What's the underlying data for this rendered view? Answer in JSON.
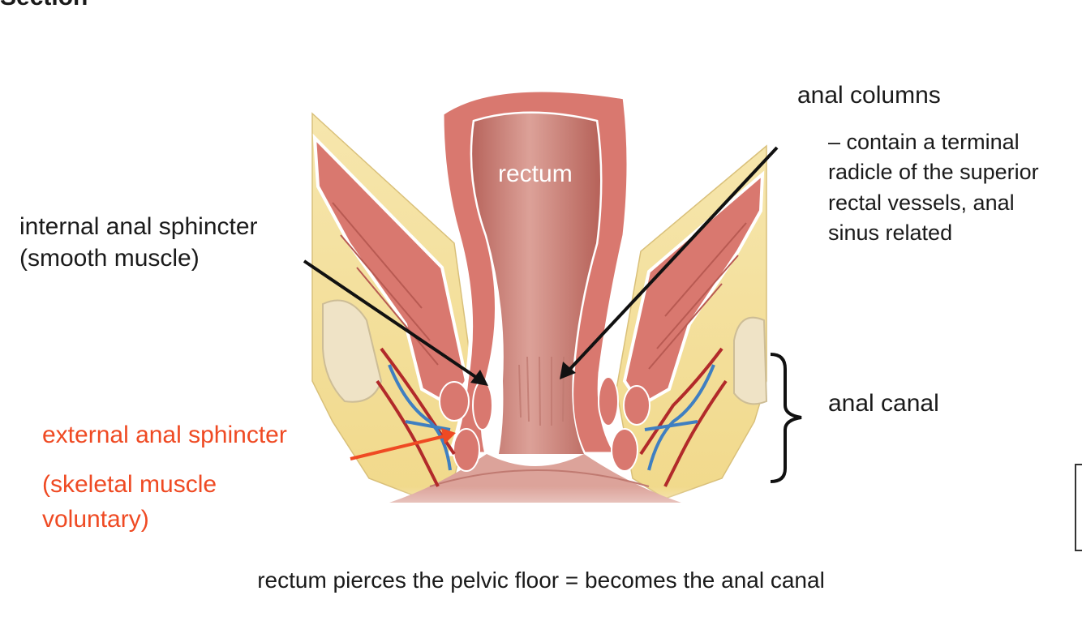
{
  "slide": {
    "cut_heading": "Section",
    "labels": {
      "rectum": "rectum",
      "internal_sphincter_line1": "internal anal sphincter",
      "internal_sphincter_line2": "(smooth muscle)",
      "anal_columns": "anal columns",
      "anal_columns_note_1": "– contain a terminal",
      "anal_columns_note_2": "radicle of the superior",
      "anal_columns_note_3": "rectal vessels, anal",
      "anal_columns_note_4": "sinus related",
      "anal_canal": "anal canal",
      "external_sphincter": "external anal sphincter",
      "external_sphincter_note_1": "(skeletal muscle",
      "external_sphincter_note_2": "voluntary)"
    },
    "caption": "rectum pierces the pelvic floor = becomes the anal canal",
    "colors": {
      "muscle": "#d9786f",
      "lumen": "#d8948a",
      "fat": "#f3dd9a",
      "bone": "#efe3c6",
      "vein": "#3f7fc1",
      "artery": "#b22a2a",
      "red_text": "#ef4a23"
    }
  }
}
